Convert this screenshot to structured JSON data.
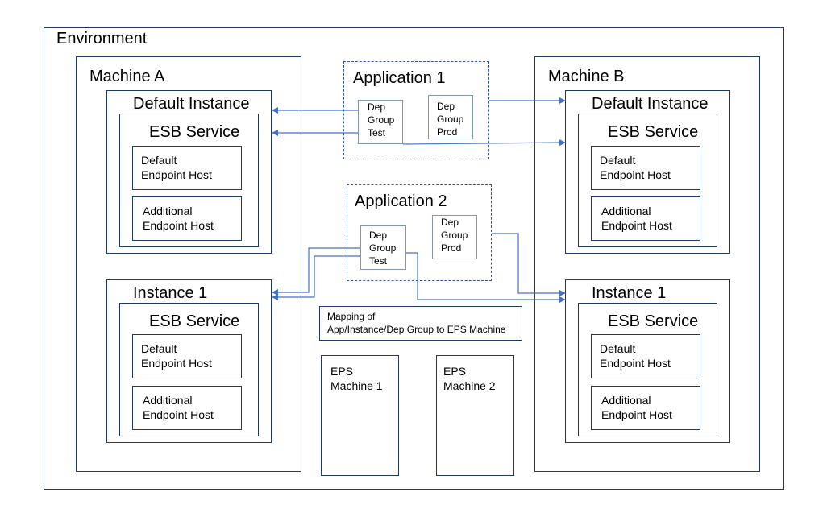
{
  "environment": {
    "label": "Environment"
  },
  "machine_a": {
    "label": "Machine A",
    "default_instance": {
      "label": "Default Instance",
      "esb": {
        "label": "ESB Service",
        "default_host": [
          "Default",
          "Endpoint Host"
        ],
        "additional_host": [
          "Additional",
          "Endpoint Host"
        ]
      }
    },
    "instance_1": {
      "label": "Instance 1",
      "esb": {
        "label": "ESB Service",
        "default_host": [
          "Default",
          "Endpoint Host"
        ],
        "additional_host": [
          "Additional",
          "Endpoint Host"
        ]
      }
    }
  },
  "machine_b": {
    "label": "Machine B",
    "default_instance": {
      "label": "Default Instance",
      "esb": {
        "label": "ESB Service",
        "default_host": [
          "Default",
          "Endpoint Host"
        ],
        "additional_host": [
          "Additional",
          "Endpoint Host"
        ]
      }
    },
    "instance_1": {
      "label": "Instance 1",
      "esb": {
        "label": "ESB Service",
        "default_host": [
          "Default",
          "Endpoint Host"
        ],
        "additional_host": [
          "Additional",
          "Endpoint Host"
        ]
      }
    }
  },
  "application_1": {
    "label": "Application 1",
    "dep_test": [
      "Dep",
      "Group",
      "Test"
    ],
    "dep_prod": [
      "Dep",
      "Group",
      "Prod"
    ]
  },
  "application_2": {
    "label": "Application 2",
    "dep_test": [
      "Dep",
      "Group",
      "Test"
    ],
    "dep_prod": [
      "Dep",
      "Group",
      "Prod"
    ]
  },
  "mapping": {
    "lines": [
      "Mapping of",
      "App/Instance/Dep Group to EPS Machine"
    ]
  },
  "eps_1": {
    "lines": [
      "EPS",
      "Machine 1"
    ]
  },
  "eps_2": {
    "lines": [
      "EPS",
      "Machine 2"
    ]
  },
  "colors": {
    "border": "#1f3864",
    "connector": "#4472c4"
  }
}
